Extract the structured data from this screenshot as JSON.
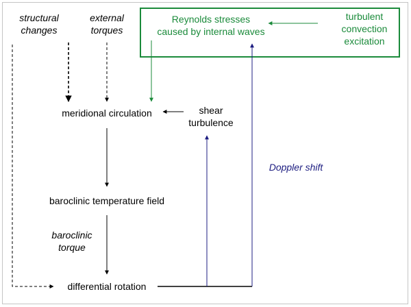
{
  "nodes": {
    "structural_changes": [
      "structural",
      "changes"
    ],
    "external_torques": [
      "external",
      "torques"
    ],
    "reynolds_stresses": [
      "Reynolds stresses",
      "caused by internal waves"
    ],
    "turbulent_convection": [
      "turbulent",
      "convection",
      "excitation"
    ],
    "meridional_circulation": [
      "meridional circulation"
    ],
    "shear_turbulence": [
      "shear",
      "turbulence"
    ],
    "baroclinic_temperature_field": [
      "baroclinic temperature field"
    ],
    "baroclinic_torque": [
      "baroclinic",
      "torque"
    ],
    "doppler_shift": [
      "Doppler shift"
    ],
    "differential_rotation": [
      "differential rotation"
    ]
  },
  "colors": {
    "black": "#000000",
    "green": "#1a8a3a",
    "navy": "#1c1c80",
    "frame": "#c4c4c4"
  }
}
